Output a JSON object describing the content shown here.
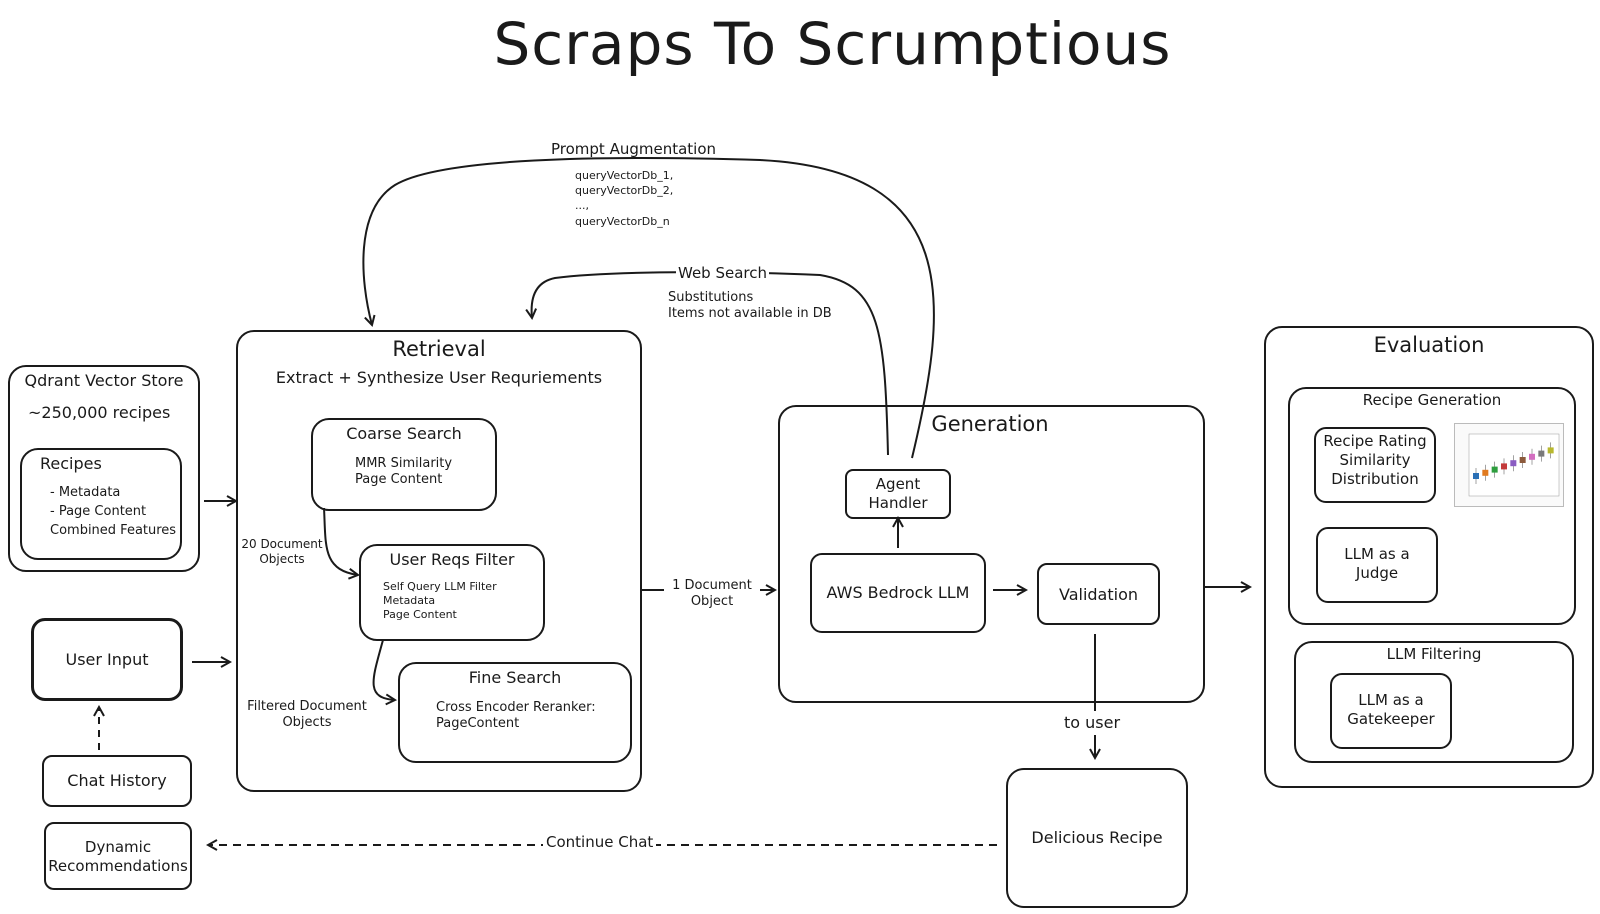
{
  "title": "Scraps To Scrumptious",
  "qdrant": {
    "title": "Qdrant Vector Store",
    "count": "~250,000 recipes",
    "recipes_title": "Recipes",
    "recipes_items": "- Metadata\n- Page Content\nCombined Features"
  },
  "user_input": "User Input",
  "chat_history": "Chat History",
  "dynamic_recs": "Dynamic\nRecommendations",
  "retrieval": {
    "title": "Retrieval",
    "subtitle": "Extract + Synthesize User Requriements",
    "coarse_title": "Coarse Search",
    "coarse_body": "MMR Similarity\n   Page Content",
    "filter_title": "User Reqs Filter",
    "filter_body": "Self Query LLM Filter\n   Metadata\n   Page Content",
    "fine_title": "Fine Search",
    "fine_body": "Cross Encoder Reranker:\n   PageContent",
    "label_20docs": "20 Document\nObjects",
    "label_filtered": "Filtered Document\nObjects"
  },
  "prompt_aug": {
    "title": "Prompt Augmentation",
    "body": "queryVectorDb_1,\nqueryVectorDb_2,\n...,\nqueryVectorDb_n"
  },
  "web_search": {
    "title": "Web Search",
    "body": "Substitutions\nItems not available in DB"
  },
  "one_doc": "1 Document\nObject",
  "generation": {
    "title": "Generation",
    "agent": "Agent\nHandler",
    "bedrock": "AWS Bedrock LLM",
    "validation": "Validation"
  },
  "to_user": "to user",
  "delicious": "Delicious Recipe",
  "continue_chat": "Continue Chat",
  "evaluation": {
    "title": "Evaluation",
    "recipe_gen": "Recipe Generation",
    "rating_dist": "Recipe Rating\nSimilarity\nDistribution",
    "judge": "LLM as a\nJudge",
    "llm_filtering": "LLM Filtering",
    "gatekeeper": "LLM as a\nGatekeeper"
  },
  "mini_chart": {
    "boxes": [
      {
        "color": "#2a6fb5"
      },
      {
        "color": "#e07a1f"
      },
      {
        "color": "#2e9e3e"
      },
      {
        "color": "#c43b3b"
      },
      {
        "color": "#8a5cc2"
      },
      {
        "color": "#8c5a3c"
      },
      {
        "color": "#d36ec0"
      },
      {
        "color": "#7a7a7a"
      },
      {
        "color": "#b8b82e"
      }
    ]
  }
}
